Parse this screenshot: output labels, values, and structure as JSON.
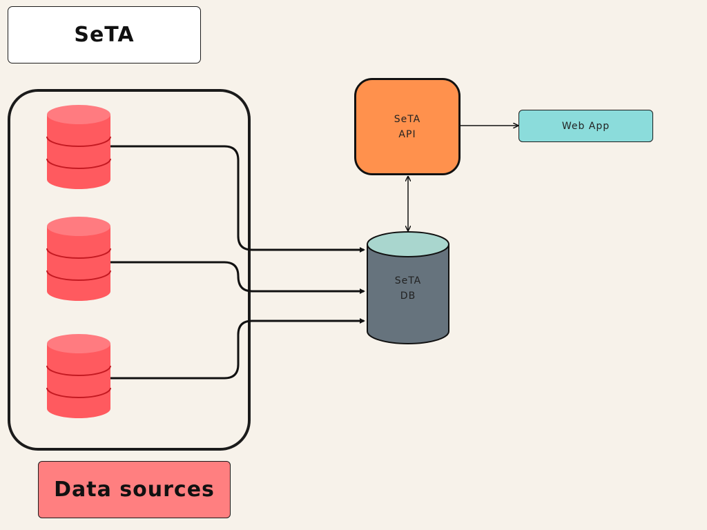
{
  "title": "SeTA",
  "data_sources_label": "Data sources",
  "api": {
    "line1": "SeTA",
    "line2": "API"
  },
  "web_app": "Web App",
  "db": {
    "line1": "SeTA",
    "line2": "DB"
  },
  "colors": {
    "background": "#f7f2ea",
    "source_db": "#ff5a5f",
    "api": "#ff914d",
    "web_app": "#8bdcdb",
    "seta_db_body": "#66737d",
    "seta_db_top": "#a9d6ce"
  }
}
